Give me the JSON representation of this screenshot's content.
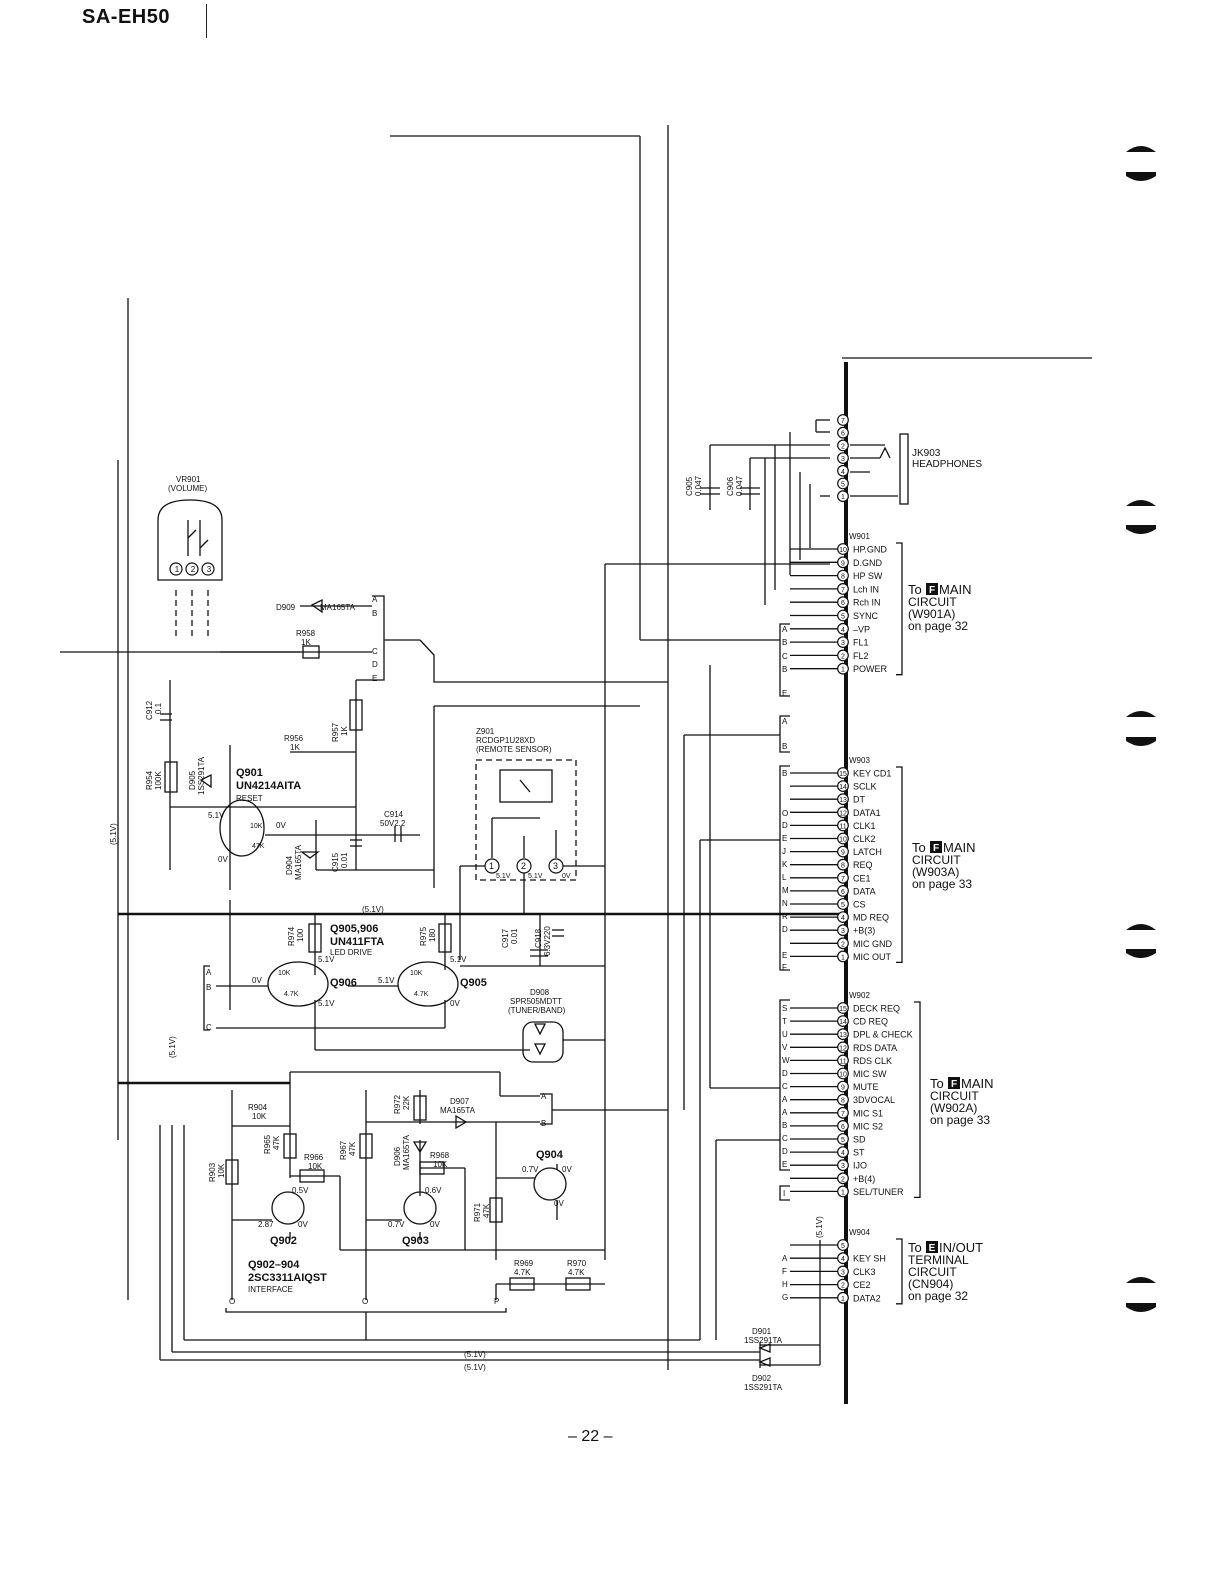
{
  "header": {
    "model": "SA-EH50",
    "page_number": "– 22 –"
  },
  "components": {
    "vr901": [
      "VR901",
      "(VOLUME)"
    ],
    "d909": [
      "D909",
      "MA165TA"
    ],
    "r958": [
      "R958",
      "1K"
    ],
    "c912": [
      "C912",
      "0.1"
    ],
    "r954": [
      "R954",
      "100K"
    ],
    "d905": [
      "D905",
      "1SS291TA"
    ],
    "r956": [
      "R956",
      "1K"
    ],
    "r957": [
      "R957",
      "1K"
    ],
    "q901": [
      "Q901",
      "UN4214AITA",
      "RESET"
    ],
    "c914": [
      "C914",
      "50V2.2"
    ],
    "d904": [
      "D904",
      "MA165TA"
    ],
    "c915": [
      "C915",
      "0.01"
    ],
    "z901": [
      "Z901",
      "RCDGP1U28XD",
      "(REMOTE SENSOR)"
    ],
    "r974": [
      "R974",
      "100"
    ],
    "q905_906": [
      "Q905,906",
      "UN411FTA",
      "LED DRIVE"
    ],
    "r975": [
      "R975",
      "180"
    ],
    "c917": [
      "C917",
      "0.01"
    ],
    "c918": [
      "C918",
      "6.3V220"
    ],
    "q906": "Q906",
    "q905": "Q905",
    "d908": [
      "D908",
      "SPR505MDTT",
      "(TUNER/BAND)"
    ],
    "r904": [
      "R904",
      "10K"
    ],
    "r972": [
      "R972",
      "22K"
    ],
    "d907": [
      "D907",
      "MA165TA"
    ],
    "r903": [
      "R903",
      "10K"
    ],
    "r965": [
      "R965",
      "47K"
    ],
    "r966": [
      "R966",
      "10K"
    ],
    "r967": [
      "R967",
      "47K"
    ],
    "d906": [
      "D906",
      "MA165TA"
    ],
    "r968": [
      "R968",
      "10K"
    ],
    "q904": "Q904",
    "r971": [
      "R971",
      "47K"
    ],
    "q902": "Q902",
    "q903": "Q903",
    "q902_904": [
      "Q902–904",
      "2SC3311AIQST",
      "INTERFACE"
    ],
    "r969": [
      "R969",
      "4.7K"
    ],
    "r970": [
      "R970",
      "4.7K"
    ],
    "c905": [
      "C905",
      "0.047"
    ],
    "c906": [
      "C906",
      "0.047"
    ],
    "jk903": [
      "JK903",
      "HEADPHONES"
    ],
    "d901": [
      "D901",
      "1SS291TA"
    ],
    "d902": [
      "D902",
      "1SS291TA"
    ]
  },
  "voltages": {
    "v51": "5.1V",
    "v0": "0V",
    "v05": "0.5V",
    "v287": "2.87",
    "v07": "0.7V",
    "v06": "0.6V",
    "v51p": "(5.1V)",
    "v51b": "(5.1V)",
    "v51c": "(5.1V)",
    "v51d": "(5.1V)",
    "v51e": "(5.1V)",
    "v51f": "(5.1V)",
    "v5_1": "5.1V",
    "v5_2": "5.1V",
    "v5_3": "5.1V",
    "v5_4": "5.1V",
    "v5_5": "5.1V",
    "v5_6": "5.1V",
    "v5_7": "5.1V",
    "v0_1": "0V",
    "v0_2": "0V",
    "v0_3": "0V",
    "v0_4": "0V",
    "v0_5": "0V",
    "v0_6": "0V",
    "v0_7": "0V",
    "v0_8": "0V",
    "v0_9": "0V",
    "v0_10": "0V",
    "v07_2": "0.7V",
    "v07_3": "0.7V"
  },
  "res_values": {
    "r10k_a": "10K",
    "r47k_a": "4.7K",
    "r10k_b": "10K",
    "r47k_b": "4.7K",
    "r10k_c": "10K",
    "r47k_c": "4.7K",
    "r47k_d": "47K"
  },
  "letters": {
    "A": "A",
    "B": "B",
    "C": "C",
    "D": "D",
    "E": "E",
    "F": "F",
    "G": "G",
    "H": "H",
    "I": "I",
    "J": "J",
    "K": "K",
    "L": "L",
    "M": "M",
    "N": "N",
    "O": "O",
    "P": "P",
    "R": "R",
    "S": "S",
    "T": "T",
    "U": "U",
    "V": "V",
    "W": "W"
  },
  "connectors": {
    "jk903_pins": [
      "7",
      "6",
      "2",
      "3",
      "4",
      "5",
      "1"
    ],
    "w901": {
      "name": "W901",
      "pins": [
        {
          "n": "10",
          "sig": "HP.GND"
        },
        {
          "n": "9",
          "sig": "D.GND"
        },
        {
          "n": "8",
          "sig": "HP SW"
        },
        {
          "n": "7",
          "sig": "Lch IN"
        },
        {
          "n": "6",
          "sig": "Rch IN"
        },
        {
          "n": "5",
          "sig": "SYNC"
        },
        {
          "n": "4",
          "sig": "–VP"
        },
        {
          "n": "3",
          "sig": "FL1"
        },
        {
          "n": "2",
          "sig": "FL2"
        },
        {
          "n": "1",
          "sig": "POWER"
        }
      ],
      "dest": [
        "To",
        "F",
        "MAIN",
        "CIRCUIT",
        "(W901A)",
        "on page 32"
      ]
    },
    "w903": {
      "name": "W903",
      "pins": [
        {
          "n": "15",
          "sig": "KEY CD1"
        },
        {
          "n": "14",
          "sig": "SCLK"
        },
        {
          "n": "13",
          "sig": "DT"
        },
        {
          "n": "12",
          "sig": "DATA1"
        },
        {
          "n": "11",
          "sig": "CLK1"
        },
        {
          "n": "10",
          "sig": "CLK2"
        },
        {
          "n": "9",
          "sig": "LATCH"
        },
        {
          "n": "8",
          "sig": "REQ"
        },
        {
          "n": "7",
          "sig": "CE1"
        },
        {
          "n": "6",
          "sig": "DATA"
        },
        {
          "n": "5",
          "sig": "CS"
        },
        {
          "n": "4",
          "sig": "MD REQ"
        },
        {
          "n": "3",
          "sig": "+B(3)"
        },
        {
          "n": "2",
          "sig": "MIC GND"
        },
        {
          "n": "1",
          "sig": "MIC OUT"
        }
      ],
      "dest": [
        "To",
        "F",
        "MAIN",
        "CIRCUIT",
        "(W903A)",
        "on page 33"
      ]
    },
    "w902": {
      "name": "W902",
      "pins": [
        {
          "n": "15",
          "sig": "DECK REQ"
        },
        {
          "n": "14",
          "sig": "CD REQ"
        },
        {
          "n": "13",
          "sig": "DPL & CHECK"
        },
        {
          "n": "12",
          "sig": "RDS DATA"
        },
        {
          "n": "11",
          "sig": "RDS CLK"
        },
        {
          "n": "10",
          "sig": "MIC SW"
        },
        {
          "n": "9",
          "sig": "MUTE"
        },
        {
          "n": "8",
          "sig": "3DVOCAL"
        },
        {
          "n": "7",
          "sig": "MIC S1"
        },
        {
          "n": "6",
          "sig": "MIC S2"
        },
        {
          "n": "5",
          "sig": "SD"
        },
        {
          "n": "4",
          "sig": "ST"
        },
        {
          "n": "3",
          "sig": "IJO"
        },
        {
          "n": "2",
          "sig": "+B(4)"
        },
        {
          "n": "1",
          "sig": "SEL/TUNER"
        }
      ],
      "dest": [
        "To",
        "F",
        "MAIN",
        "CIRCUIT",
        "(W902A)",
        "on page 33"
      ]
    },
    "w904": {
      "name": "W904",
      "pins": [
        {
          "n": "5",
          "sig": ""
        },
        {
          "n": "4",
          "sig": "KEY SH"
        },
        {
          "n": "3",
          "sig": "CLK3"
        },
        {
          "n": "2",
          "sig": "CE2"
        },
        {
          "n": "1",
          "sig": "DATA2"
        }
      ],
      "dest": [
        "To",
        "E",
        "IN/OUT",
        "TERMINAL",
        "CIRCUIT",
        "(CN904)",
        "on page 32"
      ]
    }
  }
}
